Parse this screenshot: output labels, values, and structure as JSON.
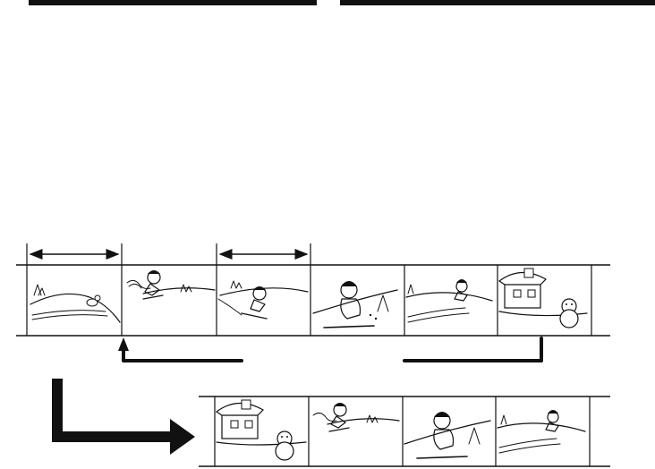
{
  "header": {
    "left_bar": "header-bar-left",
    "right_bar": "header-bar-right"
  },
  "tape_top": {
    "frames": [
      {
        "scene": "hill-with-small-animal"
      },
      {
        "scene": "skier-jumping"
      },
      {
        "scene": "skier-descending"
      },
      {
        "scene": "skier-crouching-close-up"
      },
      {
        "scene": "skier-distant-on-hill"
      },
      {
        "scene": "snow-house-and-snowman"
      }
    ],
    "span_markers": [
      {
        "from_frame": 0,
        "to_frame": 0
      },
      {
        "from_frame": 2,
        "to_frame": 2
      }
    ]
  },
  "tape_bottom": {
    "frames": [
      {
        "scene": "snow-house-and-snowman"
      },
      {
        "scene": "skier-jumping"
      },
      {
        "scene": "skier-crouching-close-up"
      },
      {
        "scene": "skier-distant-on-hill"
      }
    ]
  },
  "flow": {
    "rewind_arrow": "arrow-back-to-frame-2",
    "result_arrow": "arrow-down-right-to-result"
  },
  "colors": {
    "ink": "#111111",
    "paper": "#ffffff"
  }
}
